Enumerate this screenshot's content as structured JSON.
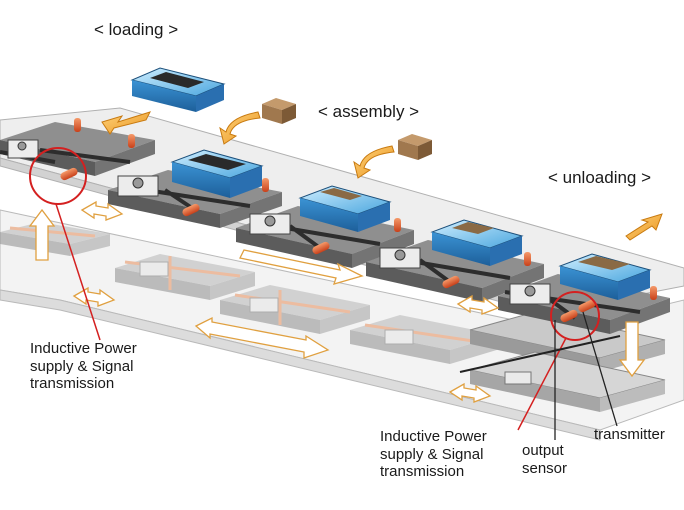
{
  "stages": {
    "loading": "< loading >",
    "assembly": "< assembly >",
    "unloading": "< unloading >"
  },
  "callouts": {
    "inductive_left": "Inductive Power\nsupply & Signal\ntransmission",
    "inductive_right": "Inductive Power\nsupply & Signal\ntransmission",
    "output_sensor": "output\nsensor",
    "transmitter": "transmitter"
  },
  "colors": {
    "platform": "#8f8f8f",
    "platform_dark": "#5c5c5c",
    "rail_top": "#e9e9e9",
    "rail_lower": "#f1f1f1",
    "module_blue": "#2f86c6",
    "module_light": "#8fd0f2",
    "part_brown": "#a0784e",
    "arrow_orange": "#f0a52a",
    "coil_red": "#d9481f",
    "callout_red": "#d42020"
  }
}
